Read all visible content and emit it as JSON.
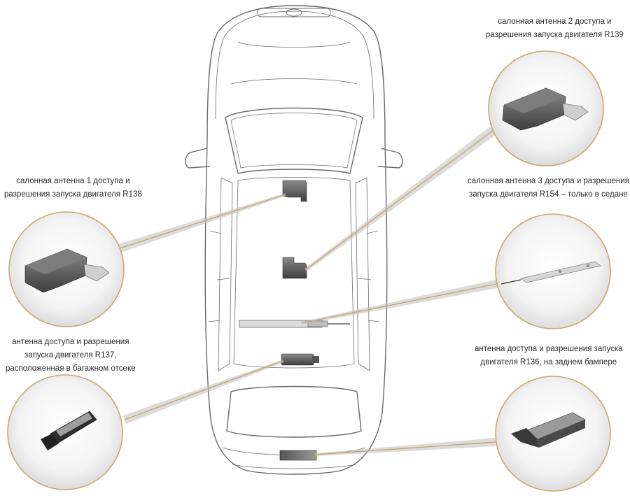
{
  "colors": {
    "leader_line": "#c8a86a",
    "leader_shadow": "#3a3a3a",
    "callout_ring": "#c9aa6a",
    "car_outline": "#6b6b6b",
    "component": "#7a7a7a"
  },
  "callouts": [
    {
      "id": "R139",
      "lines": [
        "салонная антенна 2 доступа и",
        "разрешения запуска двигателя R139"
      ]
    },
    {
      "id": "R138",
      "lines": [
        "салонная антенна 1 доступа и",
        "разрешения запуска двигателя R138"
      ]
    },
    {
      "id": "R154",
      "lines": [
        "салонная антенна 3 доступа и разрешения",
        "запуска двигателя R154 – только в седане"
      ]
    },
    {
      "id": "R137",
      "lines": [
        "антенна доступа и разрешения",
        "запуска двигателя R137,",
        "расположенная в багажном отсеке"
      ]
    },
    {
      "id": "R136",
      "lines": [
        "антенна доступа и разрешения запуска",
        "двигателя R136, на заднем бампере"
      ]
    }
  ]
}
